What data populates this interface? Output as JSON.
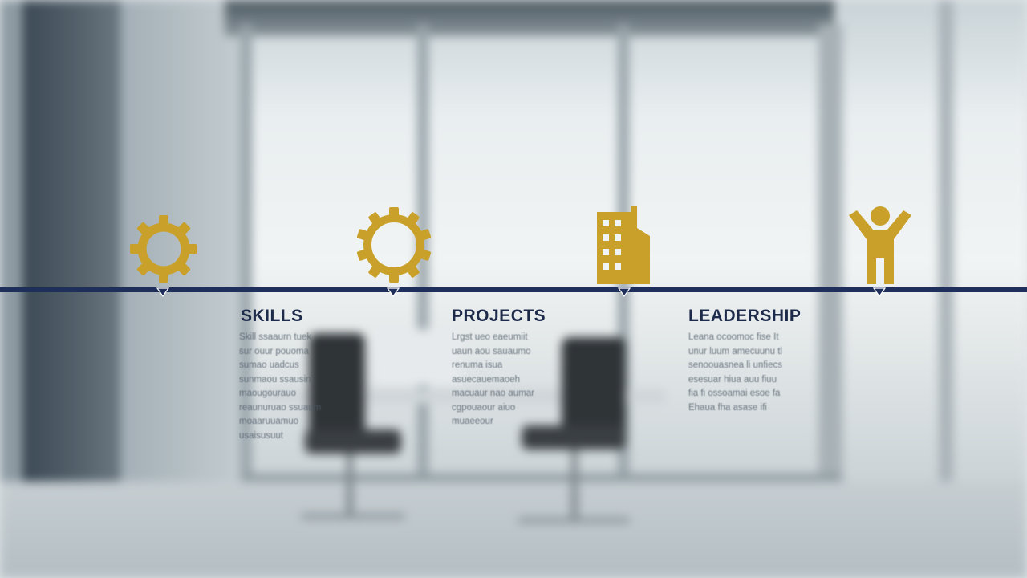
{
  "colors": {
    "accent_gold": "#c9a12a",
    "line_navy": "#1f2f5c",
    "title_navy": "#1e2a4a"
  },
  "milestones": [
    {
      "icon": "gear-icon",
      "title": "",
      "body": ""
    },
    {
      "icon": "gear-icon",
      "title": "SKILLS",
      "body": "Skill ssaaurn tuek\nsur ouur pouoma\nsumao uadcus\nsunmaou ssausin\nmaougourauo\nreaunuruao ssuaum\nmoaaruuamuo\nusaisusuut"
    },
    {
      "icon": "building-icon",
      "title": "PROJECTS",
      "body": "Lrgst ueo eaeumiit\nuaun aou sauaumo\nrenuma isua\nasuecauemaoeh\nmacuaur nao aumar\ncgpouaour aiuo\nmuaeeour"
    },
    {
      "icon": "person-arms-raised-icon",
      "title": "LEADERSHIP",
      "body": "Leana ocoomoc fise It\nunur luum amecuunu tl\nsenoouasnea li unfiecs\nesesuar hiua auu fiuu\nfia fi ossoamai esoe fa\nEhaua fha asase ifi"
    }
  ]
}
